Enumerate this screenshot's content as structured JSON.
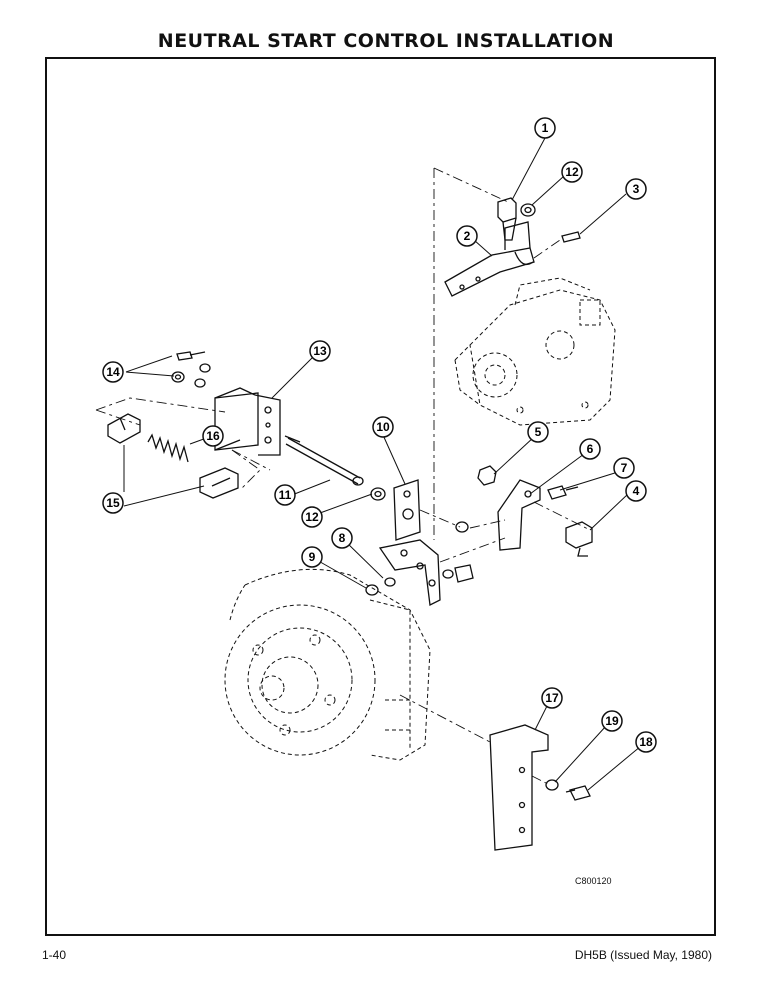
{
  "title": "NEUTRAL START CONTROL INSTALLATION",
  "drawing_number": "C800120",
  "page_number": "1-40",
  "document_id": "DH5B (Issued May, 1980)",
  "callouts": [
    "1",
    "2",
    "3",
    "4",
    "5",
    "6",
    "7",
    "8",
    "9",
    "10",
    "11",
    "12",
    "12",
    "13",
    "14",
    "15",
    "16",
    "17",
    "18",
    "19"
  ]
}
